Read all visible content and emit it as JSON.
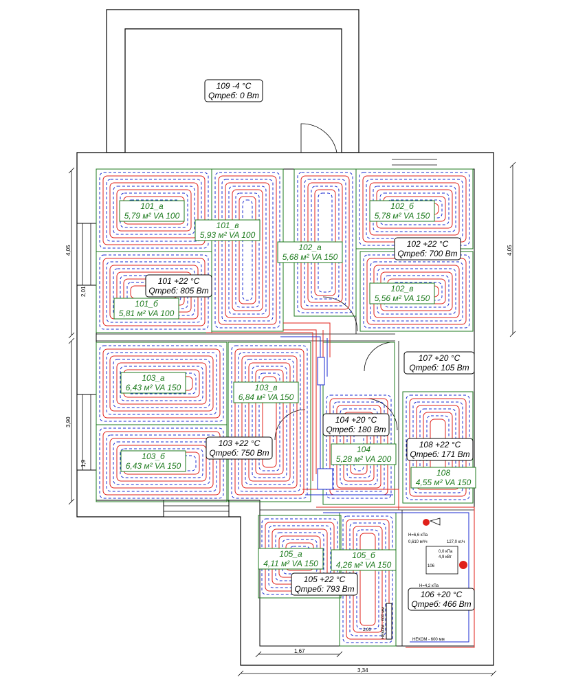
{
  "colors": {
    "supply": "#e0201a",
    "return": "#1a2ad0",
    "zone": "#1c7a1c",
    "wall": "#000000"
  },
  "rooms": {
    "r109": {
      "line1": "109  -4 °C",
      "line2": "Qтреб: 0 Вт"
    },
    "r101": {
      "line1": "101  +22 °C",
      "line2": "Qтреб: 805 Вт"
    },
    "r102": {
      "line1": "102  +22 °C",
      "line2": "Qтреб: 700 Вт"
    },
    "r107": {
      "line1": "107  +20 °C",
      "line2": "Qтреб: 105 Вт"
    },
    "r104": {
      "line1": "104  +20 °C",
      "line2": "Qтреб: 180 Вт"
    },
    "r103": {
      "line1": "103  +22 °C",
      "line2": "Qтреб: 750 Вт"
    },
    "r108": {
      "line1": "108  +22 °C",
      "line2": "Qтреб: 171 Вт"
    },
    "r105": {
      "line1": "105  +22 °C",
      "line2": "Qтреб: 793 Вт"
    },
    "r106": {
      "line1": "106  +20 °C",
      "line2": "Qтреб: 466 Вт"
    }
  },
  "loops": {
    "l101a": {
      "name": "101_а",
      "spec": "5,79 м²  VA 100"
    },
    "l101b": {
      "name": "101_б",
      "spec": "5,81 м²  VA 100"
    },
    "l101v": {
      "name": "101_в",
      "spec": "5,93 м²  VA 100"
    },
    "l102a": {
      "name": "102_а",
      "spec": "5,68 м²  VA 150"
    },
    "l102b": {
      "name": "102_б",
      "spec": "5,78 м²  VA 150"
    },
    "l102v": {
      "name": "102_в",
      "spec": "5,56 м²  VA 150"
    },
    "l103a": {
      "name": "103_а",
      "spec": "6,43 м²  VA 150"
    },
    "l103b": {
      "name": "103_б",
      "spec": "6,43 м²  VA 150"
    },
    "l103v": {
      "name": "103_в",
      "spec": "6,84 м²  VA 150"
    },
    "l104": {
      "name": "104",
      "spec": "5,28 м²  VA 200"
    },
    "l108": {
      "name": "108",
      "spec": "4,55 м²  VA 150"
    },
    "l105a": {
      "name": "105_а",
      "spec": "4,11 м²  VA 150"
    },
    "l105b": {
      "name": "105_б",
      "spec": "4,26 м²  VA 150"
    }
  },
  "dimensions": {
    "left_upper": "4,05",
    "left_upper_small": "2,01",
    "left_lower": "3,90",
    "left_lower_small": "1,9",
    "right": "4,05",
    "bottom_a": "1,67",
    "bottom_b": "3,34",
    "small_200": "2,00"
  },
  "boiler": {
    "h1": "H=6,6 кПа",
    "flow": "0,610 м³/ч",
    "power": "127,0 кг/ч",
    "p1": "0,0 кПа",
    "p2": "4,9 кВт",
    "num": "106",
    "h2": "H=4,2 кПа",
    "pipe": "НЕКОМ - 600 мм",
    "pipe2": "НЕКОМ - 600 мм"
  }
}
